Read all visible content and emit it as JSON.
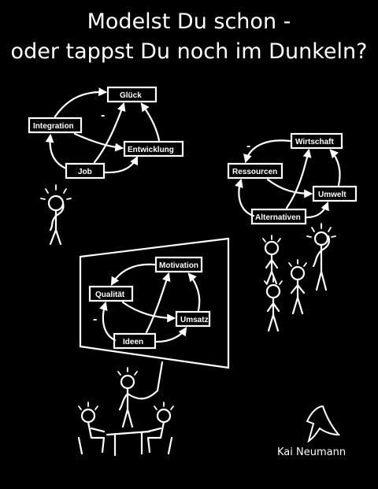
{
  "title": {
    "line1": "Modelst Du schon -",
    "line2": "oder tappst Du noch im Dunkeln?"
  },
  "diagram1": {
    "nodes": {
      "glueck": "Glück",
      "integration": "Integration",
      "entwicklung": "Entwicklung",
      "job": "Job"
    },
    "sign": "-"
  },
  "diagram2": {
    "nodes": {
      "wirtschaft": "Wirtschaft",
      "ressourcen": "Ressourcen",
      "umwelt": "Umwelt",
      "alternativen": "Alternativen"
    },
    "sign": "-"
  },
  "diagram3": {
    "nodes": {
      "motivation": "Motivation",
      "qualitaet": "Qualität",
      "umsatz": "Umsatz",
      "ideen": "Ideen"
    },
    "sign": "-"
  },
  "author": "Kai Neumann",
  "colors": {
    "background": "#000000",
    "foreground": "#ffffff"
  }
}
